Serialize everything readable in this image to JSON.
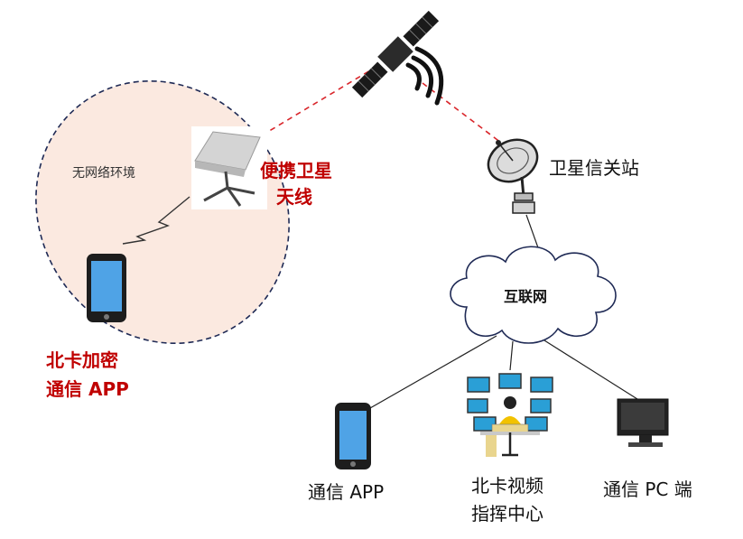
{
  "no_network_zone": {
    "label": "无网络环境"
  },
  "portable_antenna": {
    "line1": "便携卫星",
    "line2": "天线"
  },
  "secure_app": {
    "line1": "北卡加密",
    "line2": "通信 APP"
  },
  "satellite_gateway": {
    "label": "卫星信关站"
  },
  "internet": {
    "label": "互联网"
  },
  "endpoints": {
    "app": "通信 APP",
    "command_center": {
      "line1": "北卡视频",
      "line2": "指挥中心"
    },
    "pc": "通信 PC 端"
  },
  "colors": {
    "zone_fill": "#fbe9e0",
    "zone_border": "#1f2a55",
    "link_red": "#d9262b",
    "accent_red": "#c00000",
    "phone_screen": "#4fa3e6"
  }
}
